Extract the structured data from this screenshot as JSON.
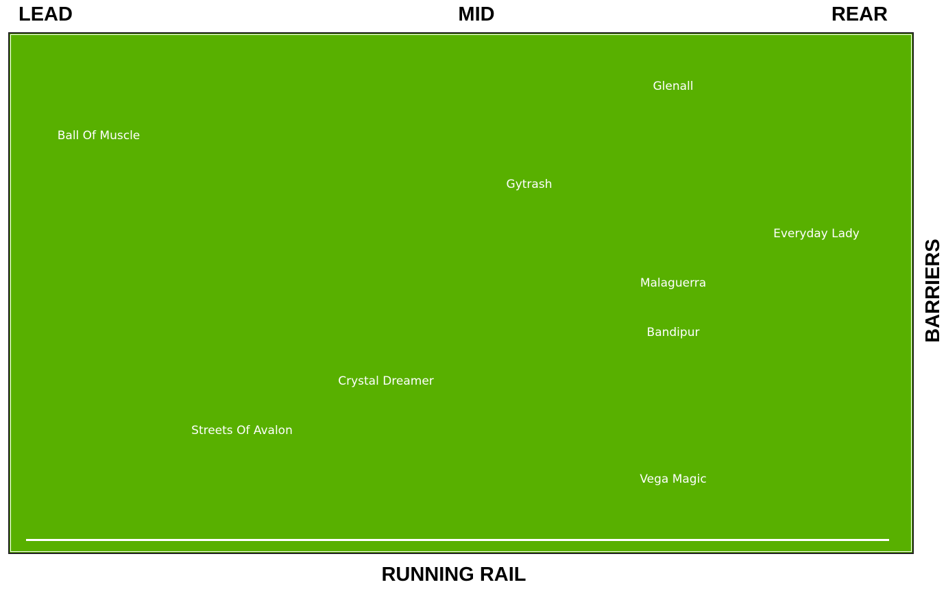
{
  "headers": {
    "lead": "LEAD",
    "mid": "MID",
    "rear": "REAR",
    "running_rail": "RUNNING RAIL",
    "barriers": "BARRIERS"
  },
  "colors": {
    "field": "#58b000",
    "text": "#ffffff",
    "labels": "#000000"
  },
  "horses": [
    {
      "name": "Glenall"
    },
    {
      "name": "Ball Of Muscle"
    },
    {
      "name": "Gytrash"
    },
    {
      "name": "Everyday Lady"
    },
    {
      "name": "Malaguerra"
    },
    {
      "name": "Bandipur"
    },
    {
      "name": "Crystal Dreamer"
    },
    {
      "name": "Streets Of Avalon"
    },
    {
      "name": "Vega Magic"
    }
  ]
}
